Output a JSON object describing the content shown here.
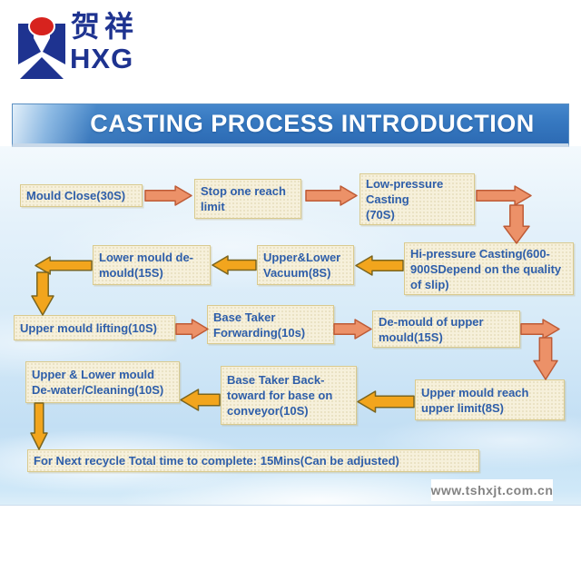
{
  "logo": {
    "chinese": "贺祥",
    "latin": "HXG"
  },
  "banner": {
    "title": "CASTING PROCESS INTRODUCTION"
  },
  "flow": {
    "boxes": [
      {
        "id": "mould-close",
        "label": "Mould Close(30S)"
      },
      {
        "id": "stop-one-reach-limit",
        "label": "Stop one reach\nlimit"
      },
      {
        "id": "low-pressure-casting",
        "label": "Low-pressure\nCasting\n(70S)"
      },
      {
        "id": "hi-pressure-casting",
        "label": "Hi-pressure Casting(600-\n900SDepend on the quality\nof slip)"
      },
      {
        "id": "lower-mould-demould",
        "label": "Lower mould de-\nmould(15S)"
      },
      {
        "id": "upper-lower-vacuum",
        "label": "Upper&Lower\nVacuum(8S)"
      },
      {
        "id": "upper-mould-lifting",
        "label": "Upper mould lifting(10S)"
      },
      {
        "id": "base-taker-forwarding",
        "label": "Base Taker\nForwarding(10s)"
      },
      {
        "id": "demould-of-upper-mould",
        "label": "De-mould of upper\nmould(15S)"
      },
      {
        "id": "upper-mould-reach-limit",
        "label": "Upper mould reach\nupper limit(8S)"
      },
      {
        "id": "base-taker-backward",
        "label": "Base Taker Back-\ntoward for base on\nconveyor(10S)"
      },
      {
        "id": "upper-lower-dewater",
        "label": "Upper & Lower mould\nDe-water/Cleaning(10S)"
      },
      {
        "id": "for-next-recycle",
        "label": "For Next recycle  Total time to complete: 15Mins(Can be adjusted)"
      }
    ]
  },
  "footer": {
    "website": "www.tshxjt.com.cn"
  },
  "colors": {
    "banner_blue": "#3577C1",
    "box_fill": "#F6F0DB",
    "box_border": "#D9CA8E",
    "box_text": "#2E5EA9",
    "logo_blue": "#1E3390",
    "logo_red": "#D7231E",
    "arrows": {
      "warm": {
        "fill": "#EC9168",
        "stroke": "#BE5B36"
      },
      "gold": {
        "fill": "#F2A51D",
        "stroke": "#7A651F"
      }
    }
  }
}
